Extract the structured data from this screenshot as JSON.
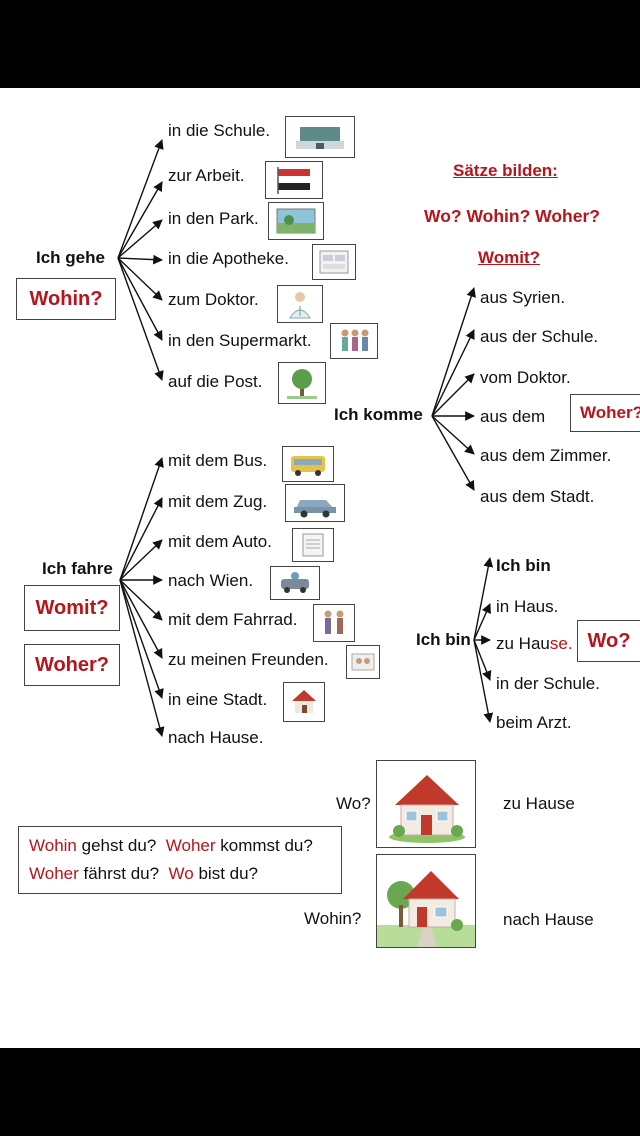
{
  "gehe": {
    "subject": "Ich gehe",
    "question": "Wohin?",
    "items": [
      "in die Schule.",
      "zur Arbeit.",
      "in den Park.",
      "in die Apotheke.",
      "zum Doktor.",
      "in den Supermarkt.",
      "auf die Post."
    ]
  },
  "header": {
    "line1": "Sätze bilden:",
    "line2": "Wo? Wohin? Woher?",
    "line3": "Womit?"
  },
  "komme": {
    "subject": "Ich komme",
    "question": "Woher?",
    "items": [
      "aus Syrien.",
      "aus der Schule.",
      "vom Doktor.",
      "aus dem",
      "aus dem Zimmer.",
      "aus dem Stadt."
    ]
  },
  "fahre": {
    "subject": "Ich fahre",
    "question1": "Womit?",
    "question2": "Woher?",
    "items": [
      "mit dem Bus.",
      "mit dem Zug.",
      "mit dem Auto.",
      "nach Wien.",
      "mit dem Fahrrad.",
      "zu meinen Freunden.",
      "in eine Stadt.",
      "nach Hause."
    ]
  },
  "bin": {
    "top": "Ich bin",
    "subject": "Ich bin",
    "question": "Wo?",
    "items": [
      "in Haus.",
      "zu Hau",
      "se.",
      "in der Schule.",
      "beim Arzt."
    ]
  },
  "questions": {
    "row1": [
      {
        "w": "Wohin",
        "rest": " gehst du?"
      },
      {
        "w": "Woher",
        "rest": " kommst du?"
      }
    ],
    "row2": [
      {
        "w": "Woher",
        "rest": " fährst du?"
      },
      {
        "w": "Wo",
        "rest": " bist du?"
      }
    ]
  },
  "houses": {
    "wo_label": "Wo?",
    "wo_answer": "zu Hause",
    "wohin_label": "Wohin?",
    "wohin_answer": "nach Hause"
  },
  "icons": [
    "school-icon",
    "flag-icon",
    "park-icon",
    "pharmacy-icon",
    "doctor-icon",
    "shoppers-icon",
    "tree-icon",
    "bus-icon",
    "car-icon",
    "document-icon",
    "vehicle-icon",
    "people-icon",
    "friends-icon",
    "house-icon"
  ]
}
